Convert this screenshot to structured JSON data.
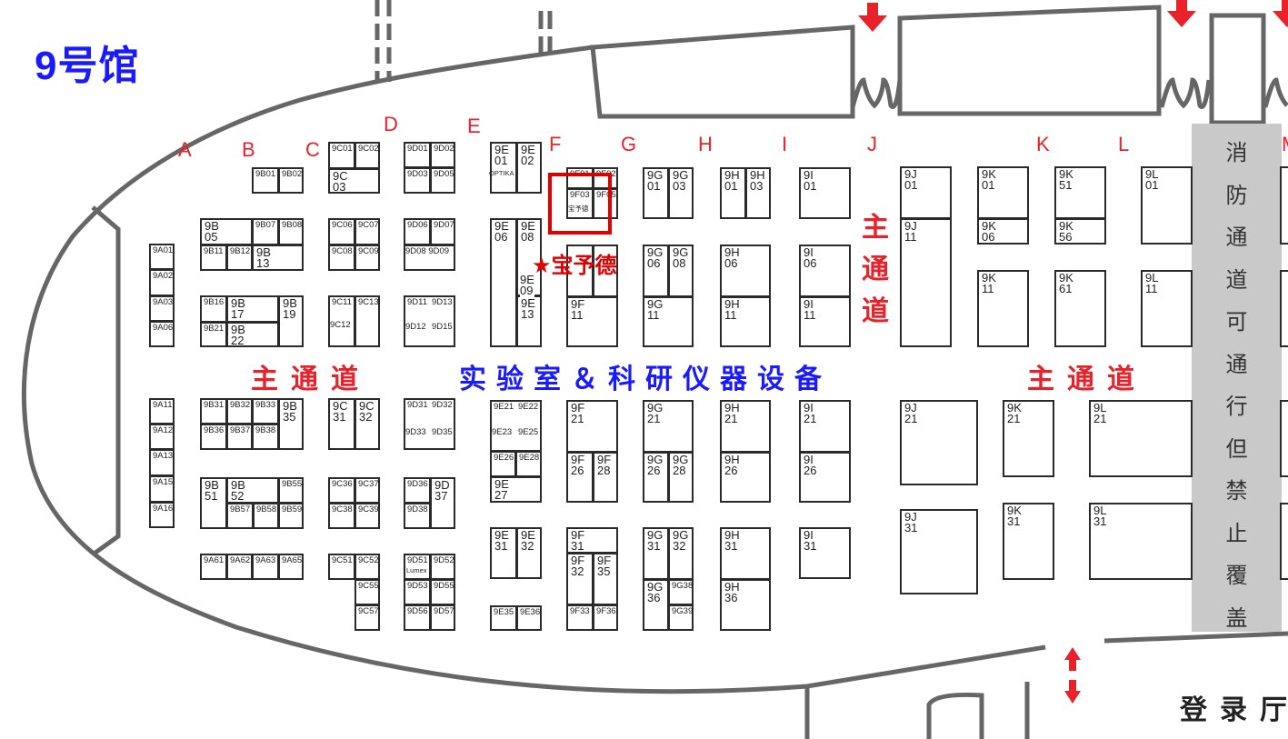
{
  "hall_title": "9号馆",
  "columns": [
    "A",
    "B",
    "C",
    "D",
    "E",
    "F",
    "G",
    "H",
    "I",
    "J",
    "K",
    "L",
    "M"
  ],
  "aisles": {
    "main_left": "主通道",
    "lab_zone": "实验室＆科研仪器设备",
    "main_right": "主通道",
    "main_vertical": "主通道"
  },
  "fire_lane": "消防通道可通行但禁止覆盖",
  "lobby": "登录厅",
  "highlight": {
    "exhibitor": "★宝予德",
    "booth_note": "宝予德",
    "color": "#e00000"
  },
  "extra_labels": {
    "optika": "OPTIKA",
    "lumex": "Lumex",
    "c12": "9C12",
    "d12": "9D12",
    "d13": "9D13",
    "d15": "9D15",
    "d08": "9D08 9D09",
    "d32": "9D32",
    "d33": "9D33",
    "d35": "9D35",
    "e22": "9E22",
    "e23": "9E23",
    "e25": "9E25",
    "e09": "9E\n09"
  },
  "booths": [
    "9B01",
    "9B02",
    "9C01",
    "9C02",
    "9C\n03",
    "9D01",
    "9D02",
    "9D03",
    "9D05",
    "9A01",
    "9A02",
    "9A03",
    "9A06",
    "9B\n05",
    "9B07",
    "9B08",
    "9B11",
    "9B12",
    "9B\n13",
    "9B16",
    "9B\n17",
    "9B\n19",
    "9B21",
    "9B\n22",
    "9C06",
    "9C07",
    "9C08",
    "9C09",
    "9C11",
    "9C13",
    "9D06",
    "9D07",
    "",
    "9D11",
    "9A11",
    "9A12",
    "9A13",
    "9A15",
    "9A16",
    "9B31",
    "9B32",
    "9B33",
    "9B\n35",
    "9B36",
    "9B37",
    "9B38",
    "9C\n31",
    "9C\n32",
    "9D31",
    "9B\n51",
    "9B\n52",
    "9B55",
    "9B57",
    "9B58",
    "9B59",
    "9C36",
    "9C37",
    "9C38",
    "9C39",
    "9D36",
    "9D\n37",
    "9D38",
    "9A61",
    "9A62",
    "9A63",
    "9A65",
    "9C51",
    "9C52",
    "9C55",
    "9C57",
    "9D51",
    "9D52",
    "9D53",
    "9D55",
    "9D56",
    "9D57",
    "9E\n01",
    "9E\n02",
    "9E\n06",
    "9E\n08",
    "9E\n13",
    "9F01",
    "9F02",
    "9F03",
    "9F05",
    "",
    "",
    "9F\n11",
    "9G\n01",
    "9G\n03",
    "9G\n06",
    "9G\n08",
    "9G\n11",
    "9H\n01",
    "9H\n03",
    "9H\n06",
    "9H\n11",
    "9I\n01",
    "9I\n06",
    "9I\n11",
    "9E21",
    "9E26",
    "9E28",
    "9E\n27",
    "9F\n21",
    "9F\n26",
    "9F\n28",
    "9G\n21",
    "9G\n26",
    "9G\n28",
    "9H\n21",
    "9H\n26",
    "9I\n21",
    "9I\n26",
    "9E\n31",
    "9E\n32",
    "9E35",
    "9E36",
    "9F\n31",
    "9F\n32",
    "9F\n35",
    "9F33",
    "9F36",
    "9G\n31",
    "9G\n32",
    "9G\n36",
    "9G38",
    "9G39",
    "9H\n31",
    "9H\n36",
    "9I\n31",
    "9J\n01",
    "9J\n11",
    "9K\n01",
    "9K\n06",
    "9K\n51",
    "9K\n56",
    "9L\n01",
    "9K\n11",
    "9K\n61",
    "9L\n11",
    "9J\n21",
    "9K\n21",
    "9L\n21",
    "9J\n31",
    "9K\n31",
    "9L\n31",
    "",
    "",
    "",
    ""
  ]
}
